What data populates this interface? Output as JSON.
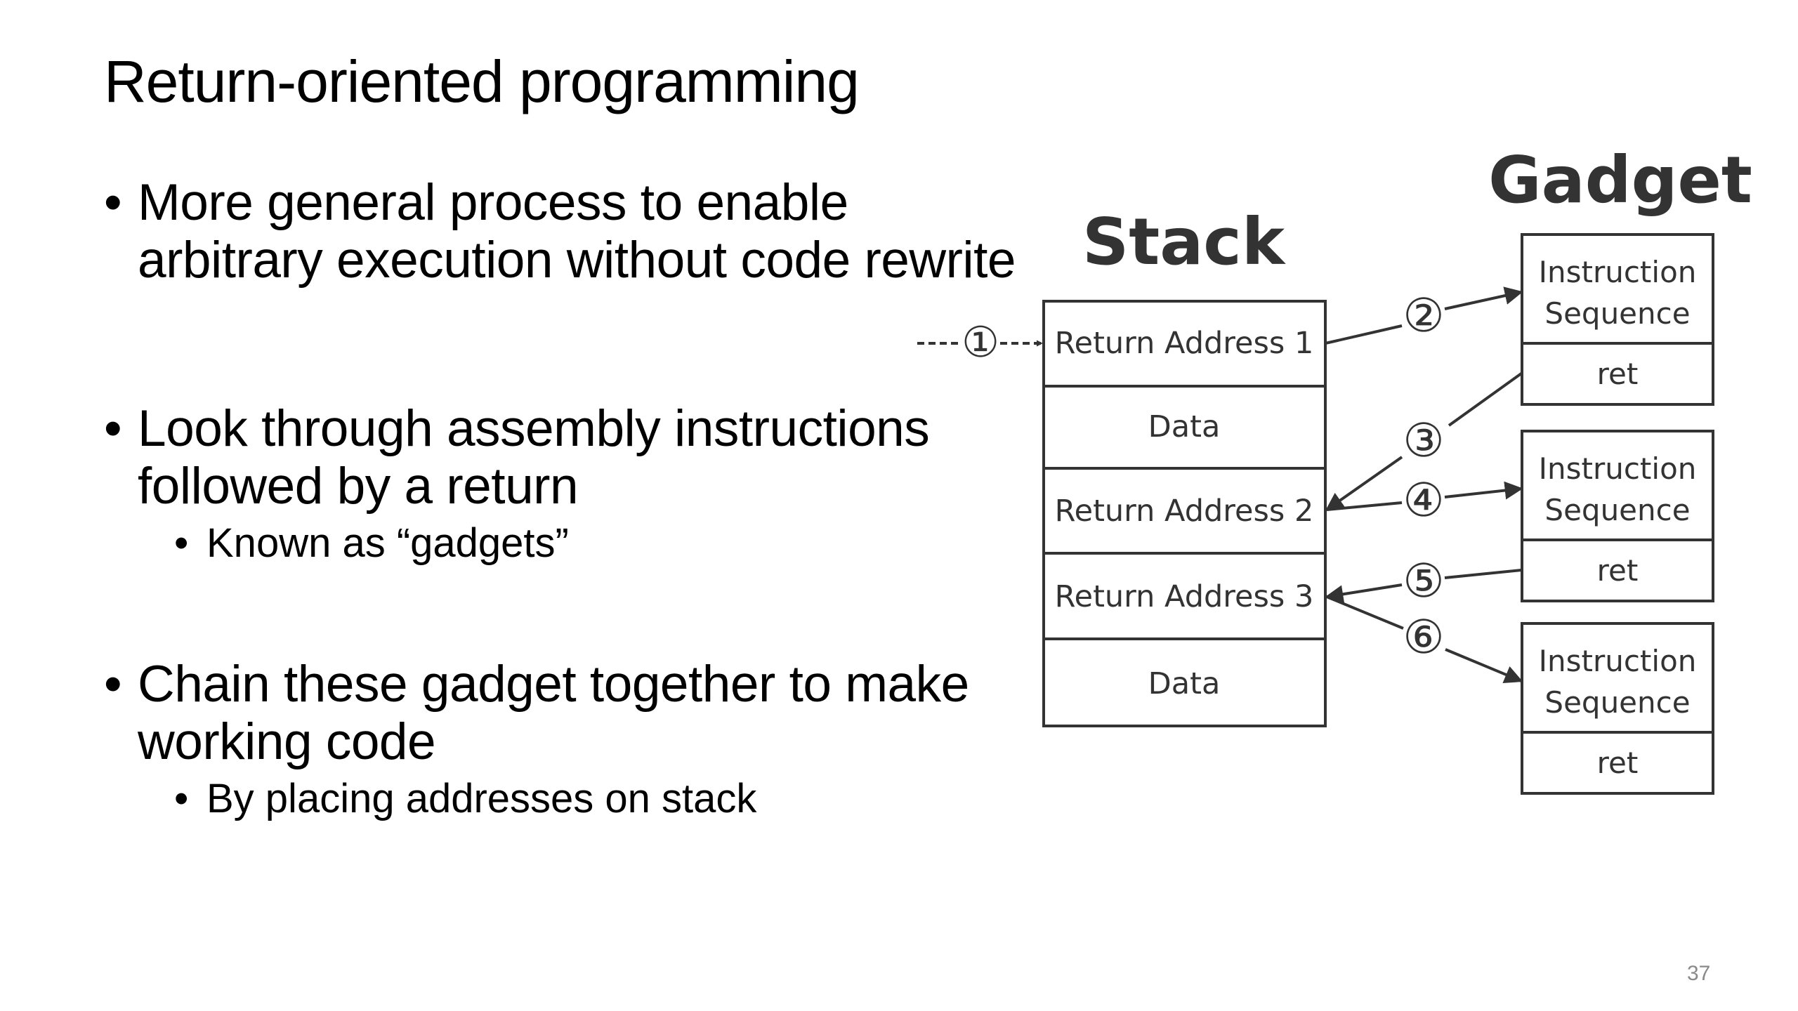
{
  "slide": {
    "title": "Return-oriented programming",
    "page_number": "37",
    "bullets": [
      {
        "text": "More general process to enable arbitrary execution without code rewrite",
        "sub": []
      },
      {
        "text": "Look through assembly instructions followed by a return",
        "sub": [
          "Known as “gadgets”"
        ]
      },
      {
        "text": "Chain these gadget together to make working code",
        "sub": [
          "By placing addresses on stack"
        ]
      }
    ],
    "bullet_glyph": "•"
  },
  "diagram": {
    "stack_heading": "Stack",
    "gadget_heading": "Gadget",
    "stack_cells": [
      "Return Address 1",
      "Data",
      "Return Address 2",
      "Return Address 3",
      "Data"
    ],
    "gadgets": [
      {
        "instruction_line1": "Instruction",
        "instruction_line2": "Sequence",
        "ret": "ret"
      },
      {
        "instruction_line1": "Instruction",
        "instruction_line2": "Sequence",
        "ret": "ret"
      },
      {
        "instruction_line1": "Instruction",
        "instruction_line2": "Sequence",
        "ret": "ret"
      }
    ],
    "step_markers": [
      "①",
      "②",
      "③",
      "④",
      "⑤",
      "⑥"
    ],
    "line_color": "#333333"
  }
}
